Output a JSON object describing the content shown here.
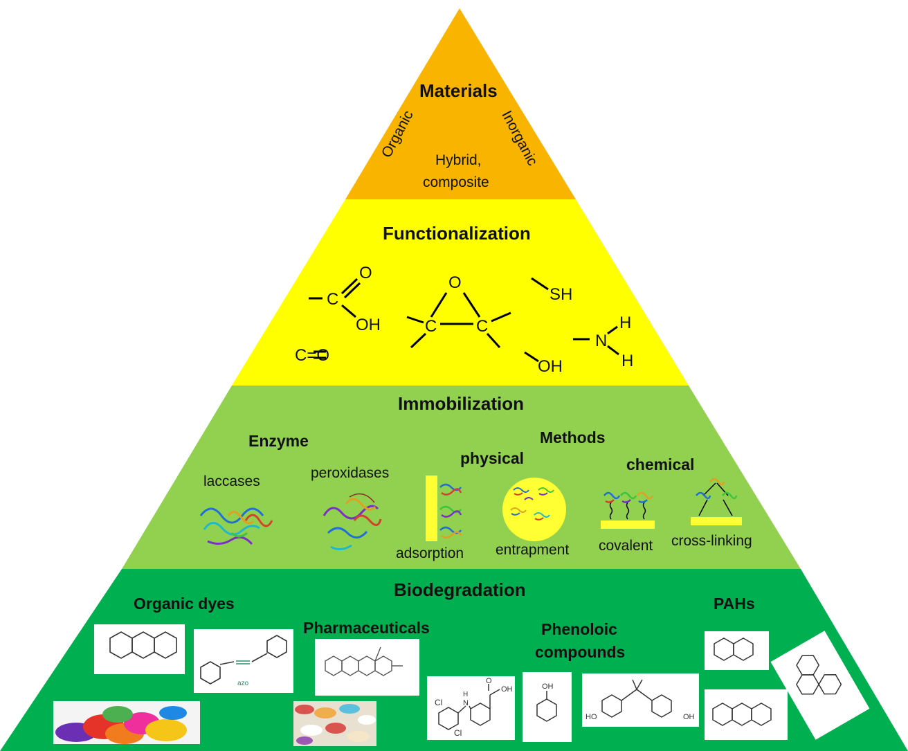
{
  "materials": {
    "title": "Materials",
    "organic": "Organic",
    "inorganic": "Inorganic",
    "hybrid_line1": "Hybrid,",
    "hybrid_line2": "composite"
  },
  "functionalization": {
    "title": "Functionalization",
    "cooh_o": "O",
    "cooh_c": "C",
    "cooh_oh": "OH",
    "carbonyl": "C=O",
    "epoxide_o": "O",
    "epoxide_c1": "C",
    "epoxide_c2": "C",
    "thiol": "SH",
    "hydroxyl": "OH",
    "amine_n": "N",
    "amine_h1": "H",
    "amine_h2": "H"
  },
  "immobilization": {
    "title": "Immobilization",
    "enzyme_heading": "Enzyme",
    "methods_heading": "Methods",
    "laccases": "laccases",
    "peroxidases": "peroxidases",
    "physical": "physical",
    "chemical": "chemical",
    "adsorption": "adsorption",
    "entrapment": "entrapment",
    "covalent": "covalent",
    "cross_linking": "cross-linking"
  },
  "biodegradation": {
    "title": "Biodegradation",
    "organic_dyes": "Organic dyes",
    "pharmaceuticals": "Pharmaceuticals",
    "phenolic_line1": "Phenoloic",
    "phenolic_line2": "compounds",
    "pahs": "PAHs",
    "azo_label": "azo",
    "diclofenac_cl1": "Cl",
    "diclofenac_cl2": "Cl",
    "diclofenac_nh": "N",
    "diclofenac_h": "H",
    "diclofenac_oh": "OH",
    "diclofenac_o": "O",
    "phenol_oh": "OH",
    "bpa_ho": "HO",
    "bpa_oh": "OH"
  },
  "colors": {
    "materials": "#F9B400",
    "functionalization": "#FFFF00",
    "immobilization": "#92D050",
    "biodegradation": "#00B050",
    "support": "#FFFF33"
  }
}
